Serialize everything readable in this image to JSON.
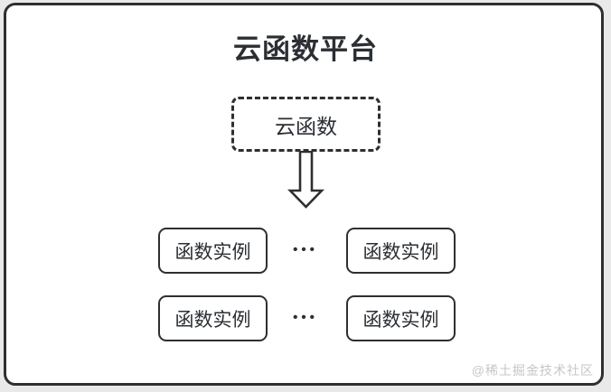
{
  "diagram": {
    "title": "云函数平台",
    "cloud_function": {
      "label": "云函数"
    },
    "arrow": {
      "icon": "down-arrow-icon",
      "direction": "down"
    },
    "instance_rows": [
      {
        "boxes": [
          "函数实例",
          "函数实例"
        ],
        "separator": "•••"
      },
      {
        "boxes": [
          "函数实例",
          "函数实例"
        ],
        "separator": "•••"
      }
    ],
    "watermark": "@稀土掘金技术社区",
    "colors": {
      "stroke": "#2f2f2f",
      "text": "#2b2f33",
      "card_background": "#ffffff",
      "page_background": "#e9e9e9",
      "watermark_text": "#c6c6c6"
    }
  }
}
